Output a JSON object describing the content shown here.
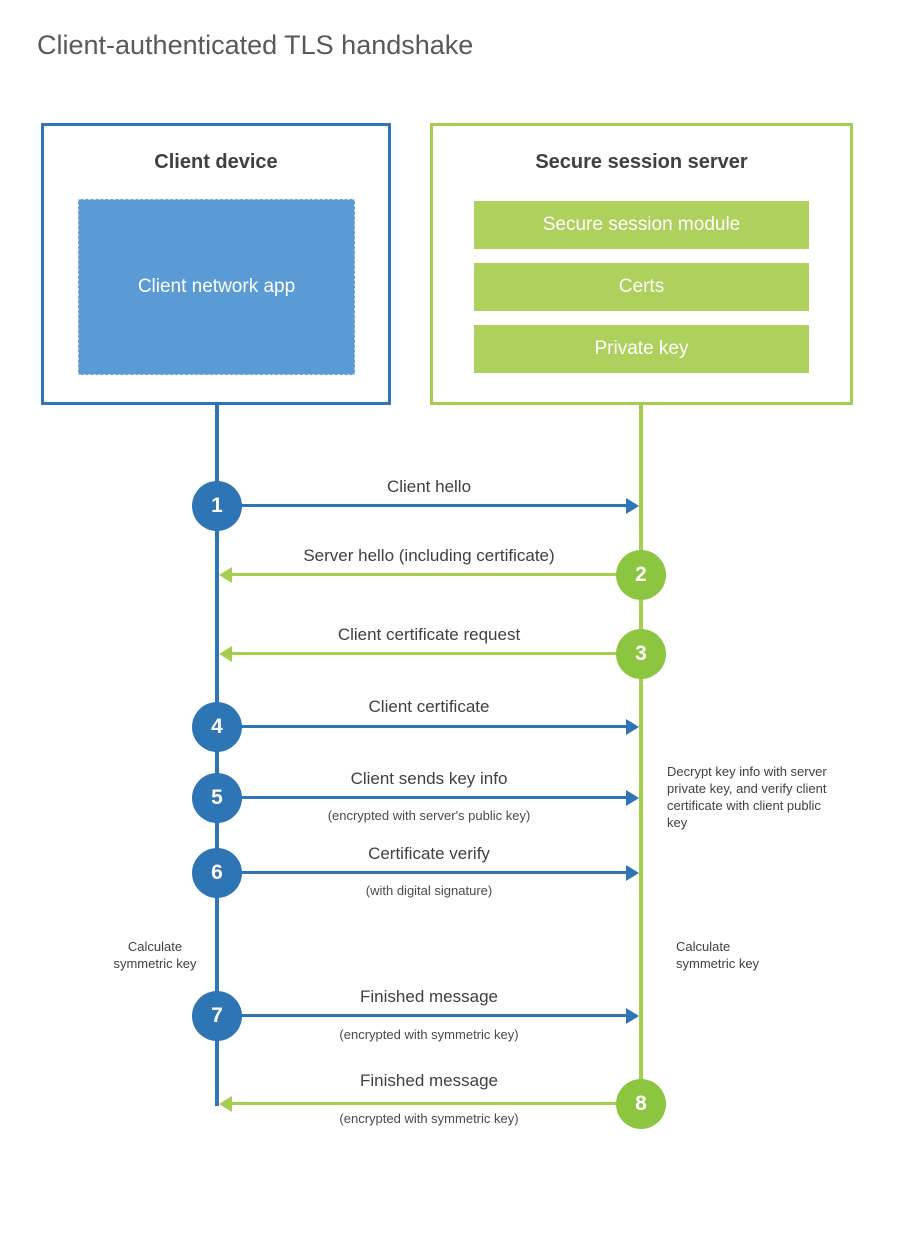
{
  "title": "Client-authenticated TLS handshake",
  "client": {
    "title": "Client device",
    "app_label": "Client network app"
  },
  "server": {
    "title": "Secure session server",
    "modules": [
      "Secure session module",
      "Certs",
      "Private key"
    ]
  },
  "messages": [
    {
      "num": "1",
      "label": "Client hello",
      "sublabel": "",
      "direction": "right",
      "color": "blue"
    },
    {
      "num": "2",
      "label": "Server hello (including certificate)",
      "sublabel": "",
      "direction": "left",
      "color": "green"
    },
    {
      "num": "3",
      "label": "Client certificate request",
      "sublabel": "",
      "direction": "left",
      "color": "green"
    },
    {
      "num": "4",
      "label": "Client certificate",
      "sublabel": "",
      "direction": "right",
      "color": "blue"
    },
    {
      "num": "5",
      "label": "Client sends key info",
      "sublabel": "(encrypted with server's public key)",
      "direction": "right",
      "color": "blue"
    },
    {
      "num": "6",
      "label": "Certificate verify",
      "sublabel": "(with digital signature)",
      "direction": "right",
      "color": "blue"
    },
    {
      "num": "7",
      "label": "Finished message",
      "sublabel": "(encrypted with symmetric key)",
      "direction": "right",
      "color": "blue"
    },
    {
      "num": "8",
      "label": "Finished message",
      "sublabel": "(encrypted with symmetric key)",
      "direction": "left",
      "color": "green"
    }
  ],
  "notes": {
    "decrypt": "Decrypt key info with server private key, and verify client certificate with client public key",
    "calculate_left": "Calculate symmetric key",
    "calculate_right": "Calculate symmetric key"
  },
  "colors": {
    "blue": "#2e75b6",
    "blue_fill": "#5b9bd5",
    "green": "#a5cd4e",
    "green_circle": "#8cc641"
  }
}
